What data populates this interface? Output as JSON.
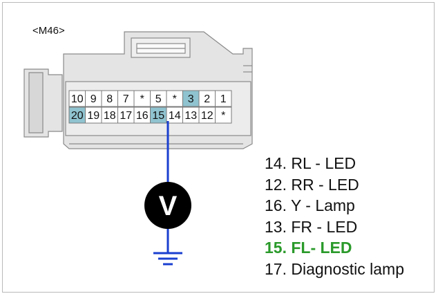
{
  "connector": {
    "id": "<M46>",
    "row_top": [
      "10",
      "9",
      "8",
      "7",
      "*",
      "5",
      "*",
      "3",
      "2",
      "1"
    ],
    "row_bottom": [
      "20",
      "19",
      "18",
      "17",
      "16",
      "15",
      "14",
      "13",
      "12",
      "*"
    ],
    "highlighted_pins": [
      "3",
      "20",
      "15"
    ]
  },
  "meter": {
    "symbol": "V"
  },
  "legend": {
    "items": [
      {
        "text": "14. RL - LED",
        "highlight": false
      },
      {
        "text": "12. RR - LED",
        "highlight": false
      },
      {
        "text": "16. Y - Lamp",
        "highlight": false
      },
      {
        "text": "13. FR - LED",
        "highlight": false
      },
      {
        "text": "15. FL- LED",
        "highlight": true
      },
      {
        "text": "17. Diagnostic lamp",
        "highlight": false
      }
    ]
  },
  "colors": {
    "highlight_cell": "#8fc3cf",
    "connector_body": "#e4e4e4",
    "wire": "#1a3fd0",
    "legend_highlight": "#2a9a2a"
  }
}
